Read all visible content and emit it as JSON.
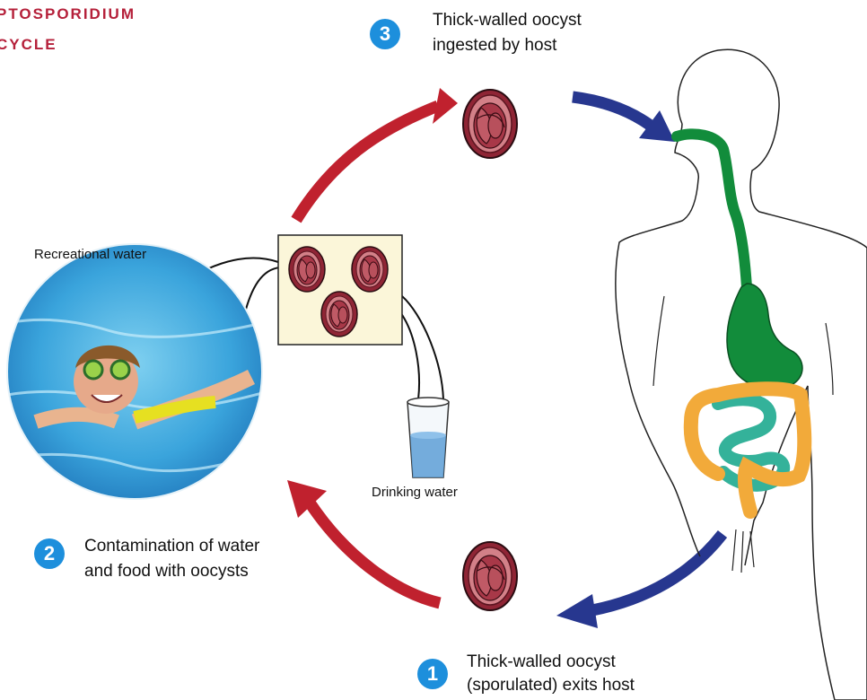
{
  "title": {
    "line1": "PTOSPORIDIUM",
    "line2": "CYCLE"
  },
  "steps": [
    {
      "number": "1",
      "line1": "Thick-walled oocyst",
      "line2": "(sporulated) exits host"
    },
    {
      "number": "2",
      "line1": "Contamination of water",
      "line2": "and food with oocysts"
    },
    {
      "number": "3",
      "line1": "Thick-walled oocyst",
      "line2": "ingested by host"
    }
  ],
  "labels": {
    "recreational_water": "Recreational water",
    "drinking_water": "Drinking water"
  },
  "colors": {
    "title": "#b5203a",
    "badge": "#1d8fdc",
    "red_arrow": "#c0212e",
    "blue_arrow": "#27378f",
    "oocyst_wall": "#9a2b3a",
    "oocyst_inner": "#c46a72",
    "stomach_esophagus": "#128c3b",
    "colon": "#f2aa3a",
    "small_intestine": "#34b29a",
    "panel_bg": "#fbf6d9",
    "water": "#3aa4dc"
  }
}
